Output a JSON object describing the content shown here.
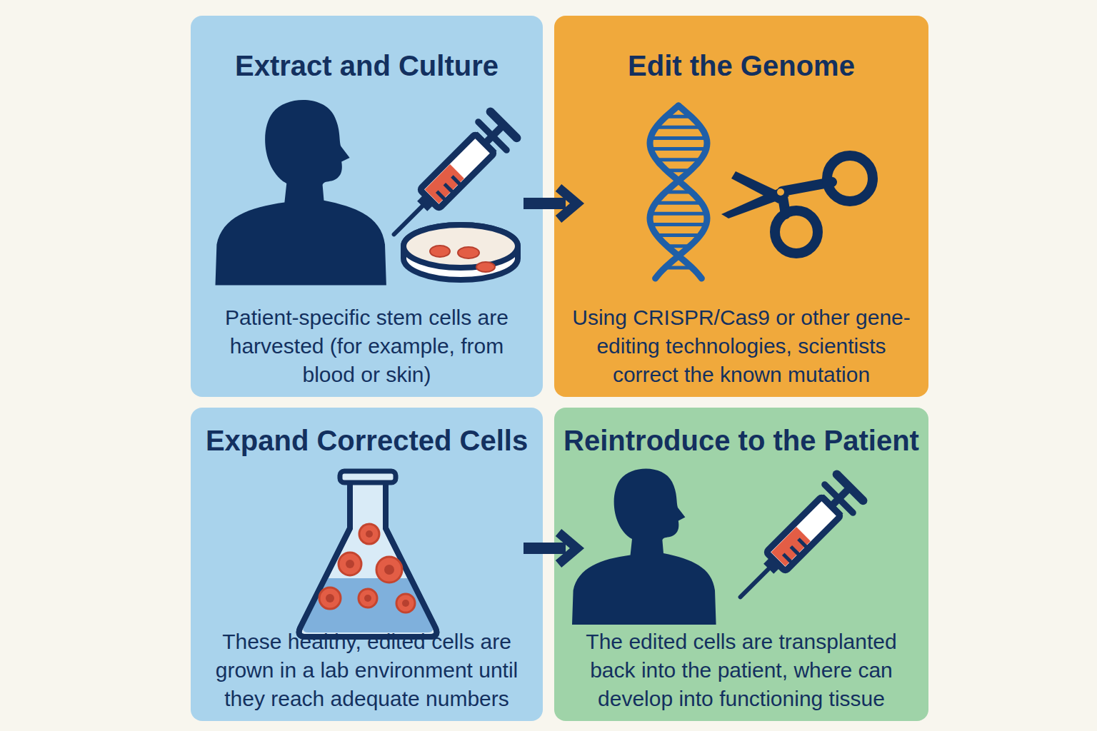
{
  "diagram": {
    "nodes": [
      {
        "text": [
          "Extract and Culture",
          "Patient-specific stem cells are harvested (for example, from blood or skin)"
        ]
      },
      {
        "text": [
          "Edit the Genome",
          "Using CRISPR/Cas9 or other gene-editing technologies, scientists correct the known mutation"
        ]
      },
      {
        "text": [
          "Expand Corrected Cells",
          "These healthy, edited cells are grown in a lab environment until they reach adequate numbers"
        ]
      },
      {
        "text": [
          "Reintroduce to the Patient",
          "The edited cells are transplanted back into the patient, where can develop into functioning tissue"
        ]
      }
    ],
    "edges": [
      {
        "from": 0,
        "to": 1,
        "arrow": "to"
      },
      {
        "from": 2,
        "to": 3,
        "arrow": "to"
      }
    ]
  }
}
